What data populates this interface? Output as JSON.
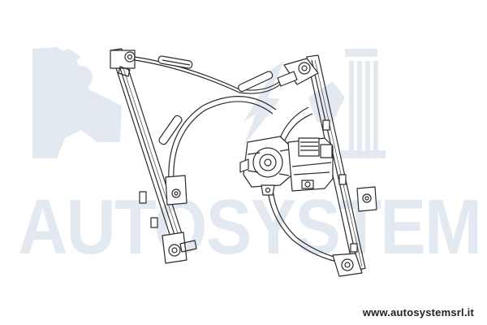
{
  "watermark": {
    "text": "AUTOSYSTEM",
    "color": "#e3e9f1"
  },
  "footer": {
    "url": "www.autosystemsrl.it"
  },
  "diagram": {
    "line_color": "#2b2b2b",
    "part": "window-regulator-with-motor"
  }
}
